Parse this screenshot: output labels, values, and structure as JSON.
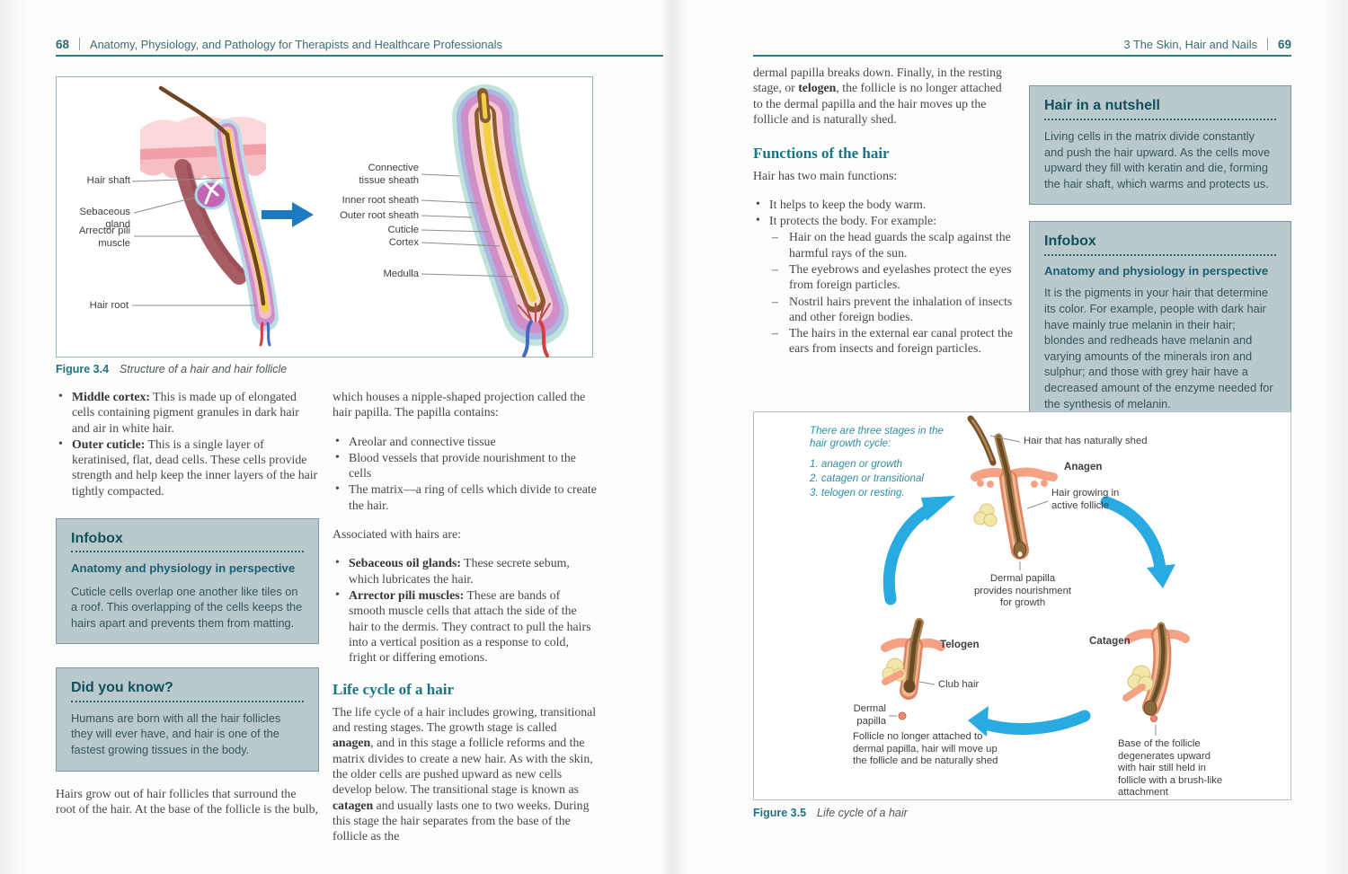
{
  "colors": {
    "accent_teal": "#1a7486",
    "header_rule": "#2e7d8c",
    "box_bg": "#b9c9cc",
    "box_border": "#7d98a0",
    "box_title": "#12505e",
    "body_text": "#45484b",
    "stages_text": "#2e8fa6",
    "cycle_arrow_blue": "#29abe2",
    "figure_arrow_blue": "#1e7ac0"
  },
  "left_page": {
    "page_number": "68",
    "running_title": "Anatomy, Physiology, and Pathology for Therapists and Healthcare Professionals",
    "figure34": {
      "label": "Figure 3.4",
      "caption": "Structure of a hair and hair follicle",
      "labels_left": [
        "Hair shaft",
        "Sebaceous gland",
        "Arrector pili muscle",
        "Hair root"
      ],
      "labels_right": [
        "Connective tissue sheath",
        "Inner root sheath",
        "Outer root sheath",
        "Cuticle",
        "Cortex",
        "Medulla"
      ]
    },
    "col1_bullets": [
      {
        "term": "Middle cortex:",
        "text": " This is made up of elongated cells containing pigment granules in dark hair and air in white hair."
      },
      {
        "term": "Outer cuticle:",
        "text": " This is a single layer of keratinised, flat, dead cells. These cells provide strength and help keep the inner layers of the hair tightly compacted."
      }
    ],
    "infobox1": {
      "title": "Infobox",
      "subtitle": "Anatomy and physiology in perspective",
      "body": "Cuticle cells overlap one another like tiles on a roof. This overlapping of the cells keeps the hairs apart and prevents them from matting."
    },
    "didyouknow": {
      "title": "Did you know?",
      "body": "Humans are born with all the hair follicles they will ever have, and hair is one of the fastest growing tissues in the body."
    },
    "col1_paragraph": "Hairs grow out of hair follicles that surround the root of the hair. At the base of the follicle is the bulb,",
    "col2": {
      "intro": "which houses a nipple-shaped projection called the hair papilla. The papilla contains:",
      "papilla_bullets": [
        "Areolar and connective tissue",
        "Blood vessels that provide nourishment to the cells",
        "The matrix—a ring of cells which divide to create the hair."
      ],
      "associated_line": "Associated with hairs are:",
      "associated_bullets": [
        {
          "term": "Sebaceous oil glands:",
          "text": " These secrete sebum, which lubricates the hair."
        },
        {
          "term": "Arrector pili muscles:",
          "text": " These are bands of smooth muscle cells that attach the side of the hair to the dermis. They contract to pull the hairs into a vertical position as a response to cold, fright or differing emotions."
        }
      ],
      "heading": "Life cycle of a hair",
      "lifecycle_paragraph": [
        {
          "t": "The life cycle of a hair includes growing, transitional and resting stages. The growth stage is called "
        },
        {
          "t": "anagen",
          "b": true
        },
        {
          "t": ", and in this stage a follicle reforms and the matrix divides to create a new hair. As with the skin, the older cells are pushed upward as new cells develop below. The transitional stage is known as "
        },
        {
          "t": "catagen",
          "b": true
        },
        {
          "t": " and usually lasts one to two weeks. During this stage the hair separates from the base of the follicle as the"
        }
      ]
    }
  },
  "right_page": {
    "page_number": "69",
    "chapter_title": "3 The Skin, Hair and Nails",
    "col1": {
      "top_paragraph": [
        {
          "t": "dermal papilla breaks down. Finally, in the resting stage, or "
        },
        {
          "t": "telogen",
          "b": true
        },
        {
          "t": ", the follicle is no longer attached to the dermal papilla and the hair moves up the follicle and is naturally shed."
        }
      ],
      "heading": "Functions of the hair",
      "lead_line": "Hair has two main functions:",
      "bullet1": "It helps to keep the body warm.",
      "bullet2": "It protects the body. For example:",
      "sub_bullets": [
        "Hair on the head guards the scalp against the harmful rays of the sun.",
        "The eyebrows and eyelashes protect the eyes from foreign particles.",
        "Nostril hairs prevent the inhalation of insects and other foreign bodies.",
        "The hairs in the external ear canal protect the ears from insects and foreign particles."
      ]
    },
    "nutshell": {
      "title": "Hair in a nutshell",
      "body": "Living cells in the matrix divide constantly and push the hair upward. As the cells move upward they fill with keratin and die, forming the hair shaft, which warms and protects us."
    },
    "infobox2": {
      "title": "Infobox",
      "subtitle": "Anatomy and physiology in perspective",
      "body": "It is the pigments in your hair that determine its color. For example, people with dark hair have mainly true melanin in their hair; blondes and redheads have melanin and varying amounts of the minerals iron and sulphur; and those with grey hair have a decreased amount of the enzyme needed for the synthesis of melanin."
    },
    "figure35": {
      "label": "Figure 3.5",
      "caption": "Life cycle of a hair",
      "stages_intro": "There are three stages in the hair growth cycle:",
      "stages_list": [
        "1. anagen or growth",
        "2. catagen or transitional",
        "3. telogen or resting."
      ],
      "labels": {
        "shed": "Hair that has naturally shed",
        "anagen": "Anagen",
        "growing": "Hair growing in active follicle",
        "papilla_growth": "Dermal papilla provides nourishment for growth",
        "catagen": "Catagen",
        "telogen": "Telogen",
        "club": "Club hair",
        "dermal_papilla": "Dermal papilla",
        "telogen_note": "Follicle no longer attached to dermal papilla, hair will move up the follicle and be naturally shed",
        "catagen_note": "Base of the follicle degenerates upward with hair still held in follicle with a brush-like attachment"
      }
    }
  }
}
